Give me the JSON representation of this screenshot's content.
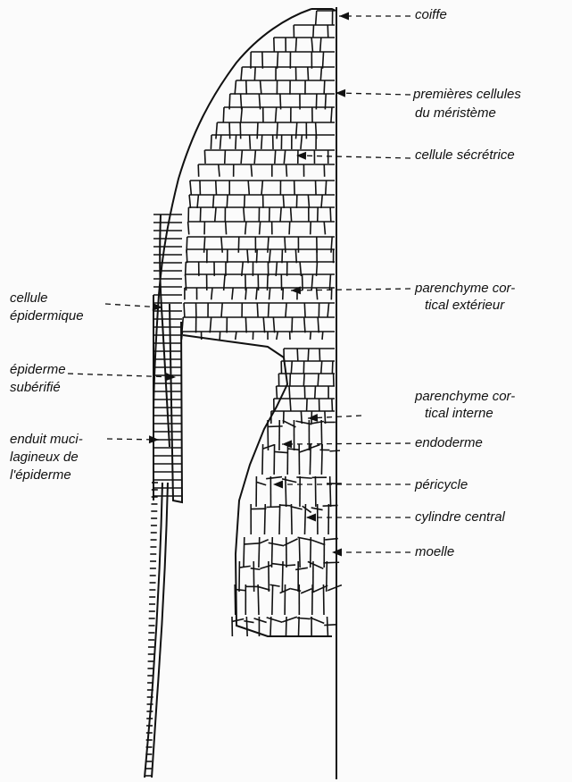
{
  "figure": {
    "labels_right": {
      "coiffe": "coiffe",
      "meristeme_line1": "premières cellules",
      "meristeme_line2": "du méristème",
      "secretrice": "cellule sécrétrice",
      "parenchyme_ext_line1": "parenchyme cor-",
      "parenchyme_ext_line2": "tical extérieur",
      "parenchyme_int_line1": "parenchyme cor-",
      "parenchyme_int_line2": "tical interne",
      "endoderme": "endoderme",
      "pericycle": "péricycle",
      "cylindre": "cylindre central",
      "moelle": "moelle"
    },
    "labels_left": {
      "epidermique_line1": "cellule",
      "epidermique_line2": "épidermique",
      "suberifie_line1": "épiderme",
      "suberifie_line2": "subérifié",
      "enduit_line1": "enduit muci-",
      "enduit_line2": "lagineux de",
      "enduit_line3": "l'épiderme"
    },
    "colors": {
      "ink": "#111111",
      "paper": "#fbfbfb"
    }
  }
}
